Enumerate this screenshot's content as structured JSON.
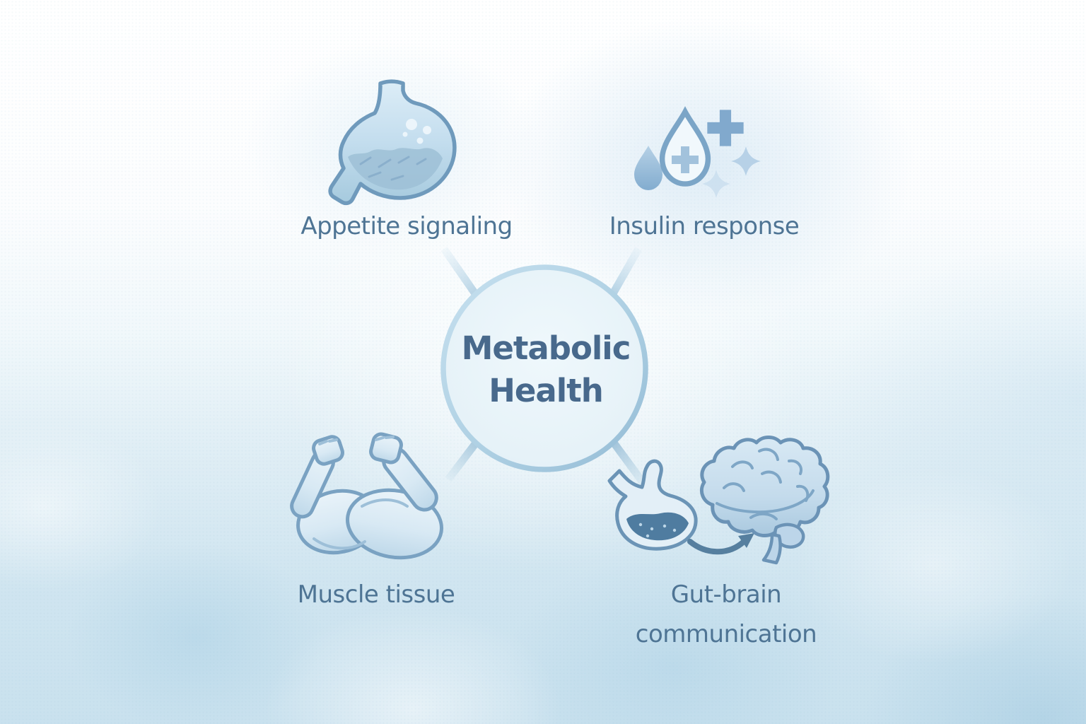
{
  "diagram": {
    "type": "hub-and-spoke infographic",
    "hub": {
      "title_line1": "Metabolic",
      "title_line2": "Health"
    },
    "nodes": [
      {
        "id": "appetite-signaling",
        "label": "Appetite signaling",
        "icon": "stomach-icon",
        "position": "top-left"
      },
      {
        "id": "insulin-response",
        "label": "Insulin response",
        "icon": "insulin-droplet-cross-icon",
        "position": "top-right"
      },
      {
        "id": "muscle-tissue",
        "label": "Muscle tissue",
        "icon": "flexed-biceps-icon",
        "position": "bottom-left"
      },
      {
        "id": "gut-brain-communication",
        "label": "Gut-brain",
        "label_line2": "communication",
        "icon": "stomach-brain-arrow-icon",
        "position": "bottom-right"
      }
    ],
    "colors": {
      "label_text": "#4e7494",
      "hub_text": "#48698c",
      "hub_stroke_light": "#c3deee",
      "hub_stroke_dark": "#97bed8",
      "hub_fill": "#e8f3f9",
      "icon_outline": "#6f9abc",
      "icon_fill_light": "#d9ebf6",
      "icon_fill_mid": "#a8cbe1",
      "dark_accent": "#4f7ca0",
      "background_top": "#ffffff",
      "background_bottom": "#c9e1ee"
    }
  }
}
